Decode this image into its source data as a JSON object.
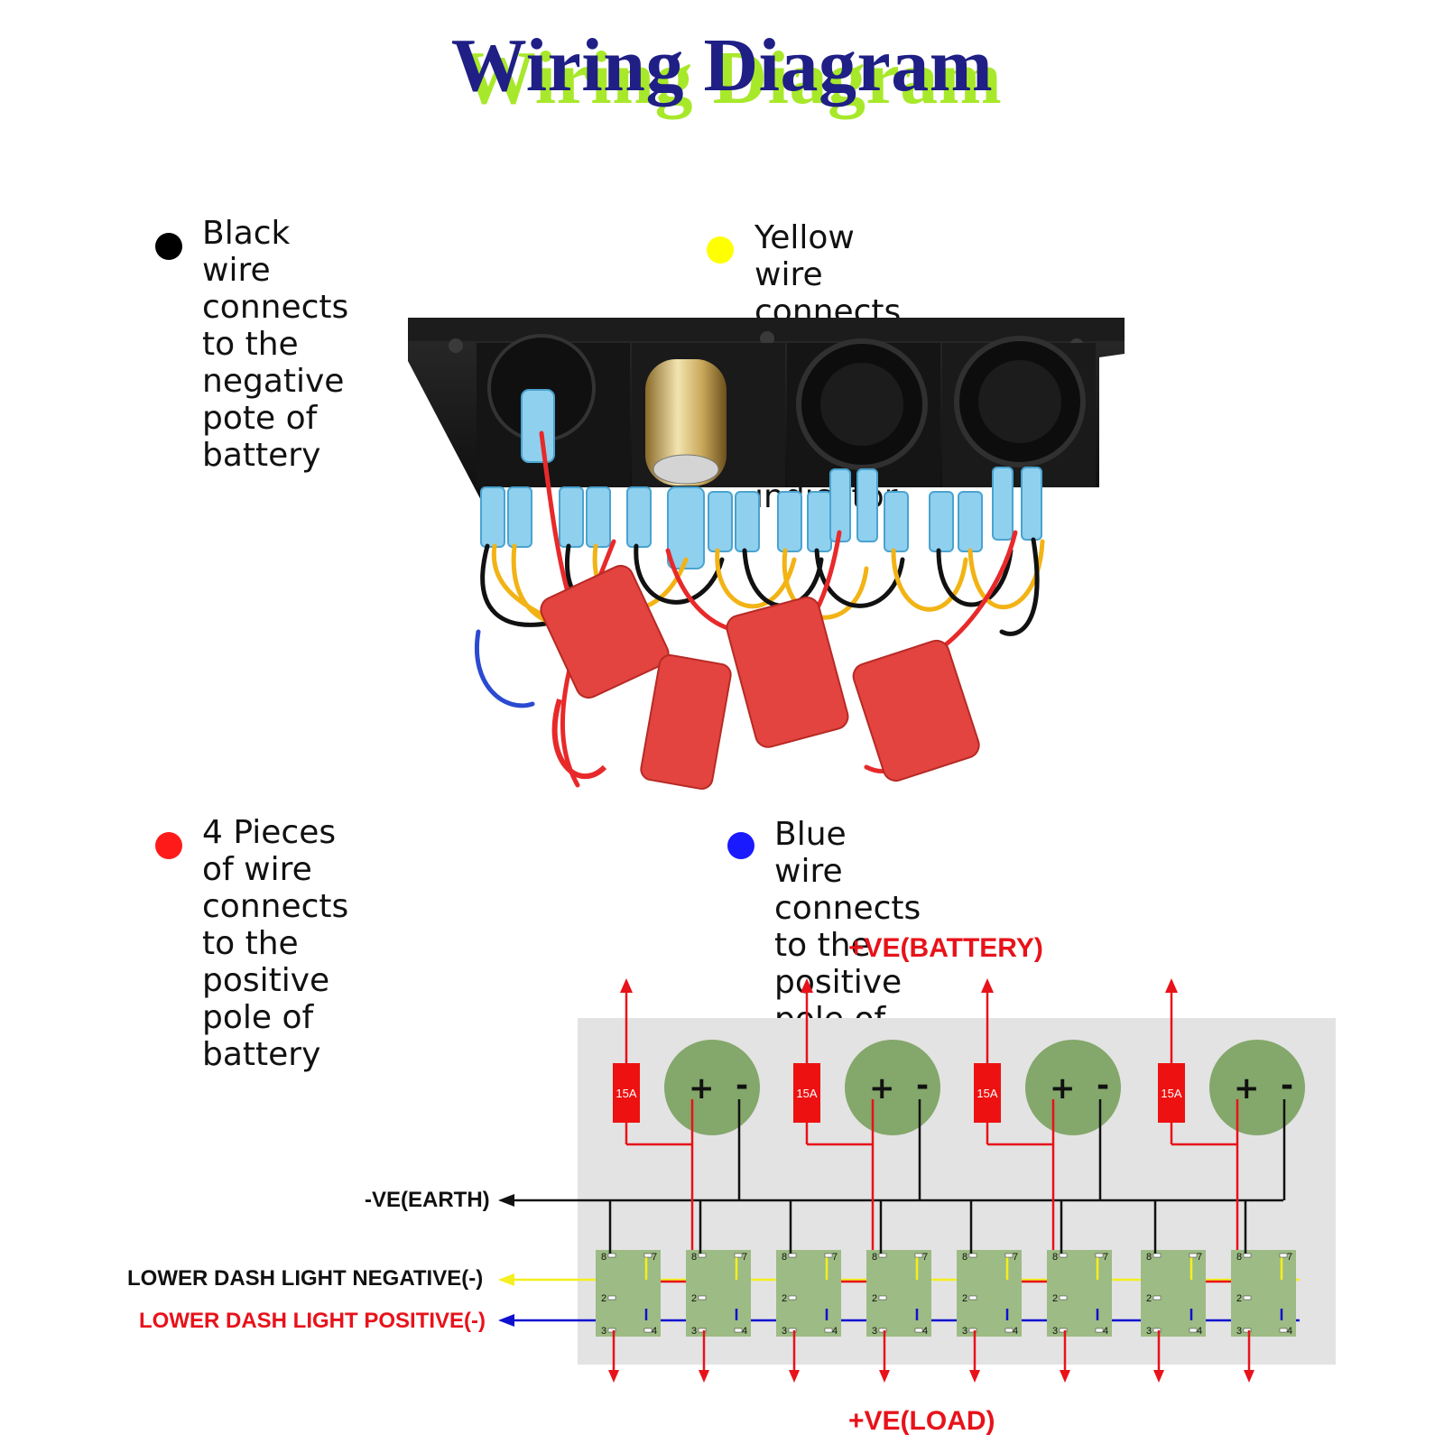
{
  "title": "Wiring Diagram",
  "legend": [
    {
      "color": "#000000",
      "text": "Black wire connects to the\nnegative pote of battery"
    },
    {
      "color": "#ffff00",
      "text": "Yellow wire connects to the\nnegative pole of power indicator"
    },
    {
      "color": "#ff1a1a",
      "text": "4 Pieces of wire connects\nto the positive pole of battery"
    },
    {
      "color": "#1a1aff",
      "text": "Blue wire connects to the\npositive pole of power indicator"
    }
  ],
  "diagram": {
    "battery_label": "+VE(BATTERY)",
    "earth_label": "-VE(EARTH)",
    "light_negative_label": "LOWER DASH LIGHT NEGATIVE(-)",
    "light_positive_label": "LOWER DASH LIGHT POSITIVE(-)",
    "load_label": "+VE(LOAD)",
    "fuse_rating": "15A",
    "socket_plus": "+",
    "socket_minus": "-",
    "pin_numbers": [
      "8",
      "7",
      "2",
      "3",
      "4"
    ],
    "colors": {
      "positive": "#e8121a",
      "earth": "#111111",
      "light_negative": "#f4ef1e",
      "light_positive": "#1010d0",
      "panel": "#e3e3e3",
      "socket": "#84a76b",
      "switch": "#9dbb84"
    }
  },
  "photo": {
    "description_icon": "switch-panel-photo"
  }
}
